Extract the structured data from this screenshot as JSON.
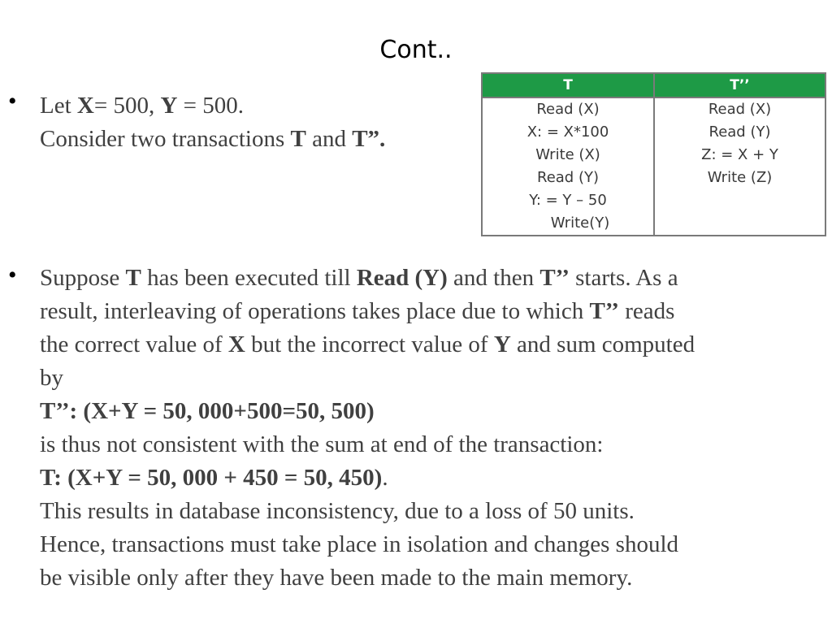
{
  "title": "Cont..",
  "intro": {
    "bullet": "•",
    "line1": {
      "p1": "Let ",
      "x": "X",
      "p2": "= 500, ",
      "y": "Y",
      "p3": " = 500."
    },
    "line2": {
      "p1": "Consider two transactions ",
      "t": "T",
      "p2": " and ",
      "t2": "T”."
    }
  },
  "table": {
    "headers": [
      "T",
      "T’’"
    ],
    "col_t": [
      "Read (X)",
      "X: = X*100",
      "Write (X)",
      "Read (Y)",
      "Y: = Y – 50",
      "Write(Y)"
    ],
    "col_t2": [
      "Read (X)",
      "Read (Y)",
      "Z: = X + Y",
      "Write (Z)"
    ],
    "header_color": "#1e9a46"
  },
  "explanation": {
    "bullet": "•",
    "l1": {
      "p1": "Suppose ",
      "t": "T",
      "p2": " has been executed till ",
      "read": "Read (Y)",
      "p3": " and then ",
      "t2": "T’’",
      "p4": " starts. As a"
    },
    "l2": {
      "p1": "result, interleaving of operations takes place due to which ",
      "t2": "T’’",
      "p2": " reads"
    },
    "l3": {
      "p1": "the correct value of ",
      "x": "X",
      "p2": " but the incorrect value of ",
      "y": "Y",
      "p3": " and sum computed"
    },
    "l4": "by",
    "l5": "T’’: (X+Y = 50, 000+500=50, 500)",
    "l6": "is thus not consistent with the sum at end of the transaction:",
    "l7": {
      "bold": "T: (X+Y = 50, 000 + 450 = 50, 450)",
      "p1": "."
    },
    "l8": "This results in database inconsistency, due to a loss of 50 units.",
    "l9": "Hence, transactions must take place in isolation and changes should",
    "l10": "be visible only after they have been made to the main memory."
  }
}
